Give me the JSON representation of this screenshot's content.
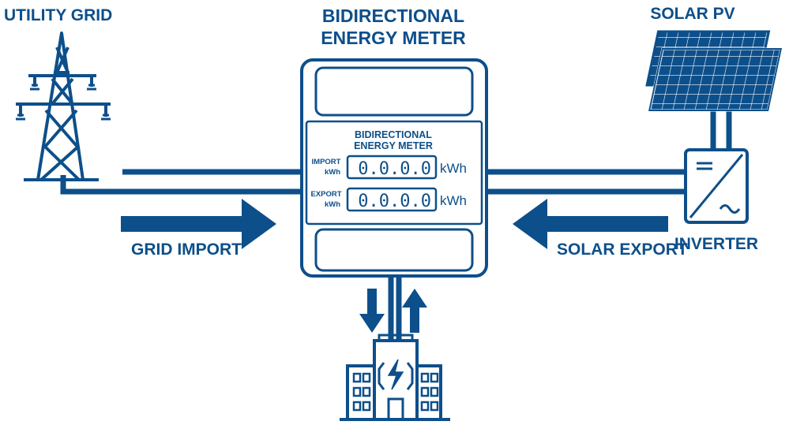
{
  "labels": {
    "utility_grid": "UTILITY GRID",
    "solar_pv": "SOLAR PV",
    "meter_title_line1": "BIDIRECTIONAL",
    "meter_title_line2": "ENERGY METER",
    "display_title_line1": "BIDIRECTIONAL",
    "display_title_line2": "ENERGY METER",
    "import_label": "IMPORT",
    "import_unit_small": "kWh",
    "import_value": "0.0.0.0",
    "import_unit": "kWh",
    "export_label": "EXPORT",
    "export_unit_small": "kWh",
    "export_value": "0.0.0.0",
    "export_unit": "kWh",
    "grid_import": "GRID IMPORT",
    "solar_export": "SOLAR EXPORT",
    "inverter": "INVERTER"
  },
  "icons": {
    "grid": "transmission-tower-icon",
    "solar": "solar-panel-icon",
    "inverter": "inverter-icon",
    "building": "building-icon",
    "meter": "energy-meter-icon"
  },
  "colors": {
    "primary": "#0d4f8a",
    "background": "#ffffff"
  }
}
